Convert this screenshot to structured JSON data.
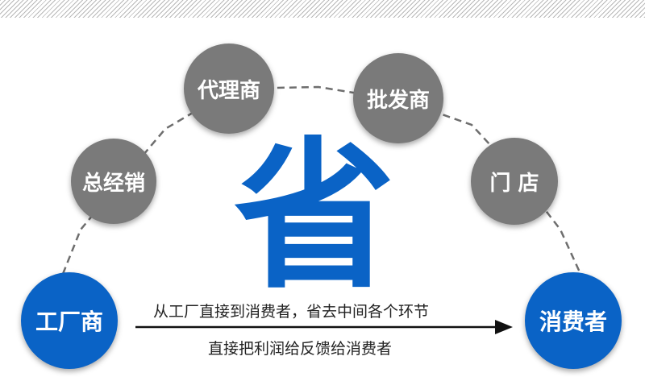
{
  "center": {
    "char": "省"
  },
  "nodes": [
    {
      "label": "总经销"
    },
    {
      "label": "代理商"
    },
    {
      "label": "批发商"
    },
    {
      "label": "门 店"
    },
    {
      "label": "工厂商"
    },
    {
      "label": "消费者"
    }
  ],
  "arrow": {
    "top_text": "从工厂直接到消费者，省去中间各个环节",
    "bottom_text": "直接把利润给反馈给消费者"
  },
  "colors": {
    "accent": "#0a63c6",
    "node_gray": "#7a7a7a",
    "dash": "#6e6e6e"
  }
}
